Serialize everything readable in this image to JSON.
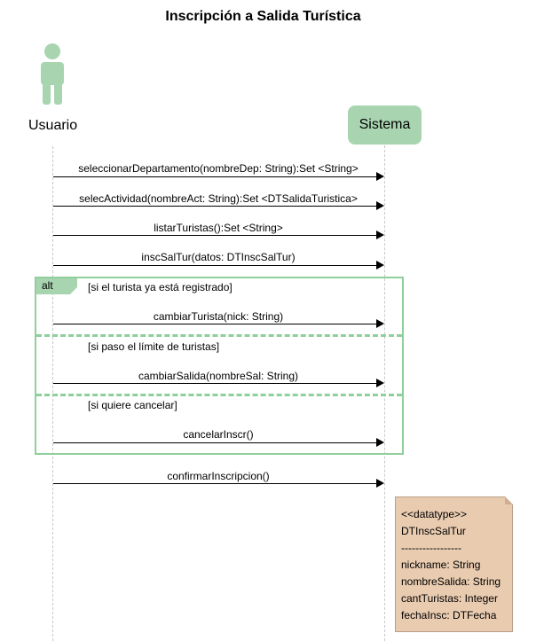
{
  "title": "Inscripción a Salida Turística",
  "actor": {
    "label": "Usuario",
    "icon": "person-icon"
  },
  "system": {
    "label": "Sistema"
  },
  "messages": [
    "seleccionarDepartamento(nombreDep: String):Set <String>",
    "selecActividad(nombreAct: String):Set <DTSalidaTuristica>",
    "listarTuristas():Set <String>",
    "inscSalTur(datos: DTInscSalTur)"
  ],
  "alt": {
    "tag": "alt",
    "branches": [
      {
        "guard": "[si el turista ya está registrado]",
        "message": "cambiarTurista(nick: String)"
      },
      {
        "guard": "[si paso el límite de turistas]",
        "message": "cambiarSalida(nombreSal: String)"
      },
      {
        "guard": "[si quiere cancelar]",
        "message": "cancelarInscr()"
      }
    ]
  },
  "final_message": "confirmarInscripcion()",
  "note": {
    "stereotype": "<<datatype>>",
    "name": "DTInscSalTur",
    "separator": "-----------------",
    "fields": [
      "nickname: String",
      "nombreSalida: String",
      "cantTuristas: Integer",
      "fechaInsc: DTFecha"
    ]
  },
  "colors": {
    "green": "#a8d5b0",
    "frame": "#8fcf9c",
    "note": "#e9cbb0"
  }
}
